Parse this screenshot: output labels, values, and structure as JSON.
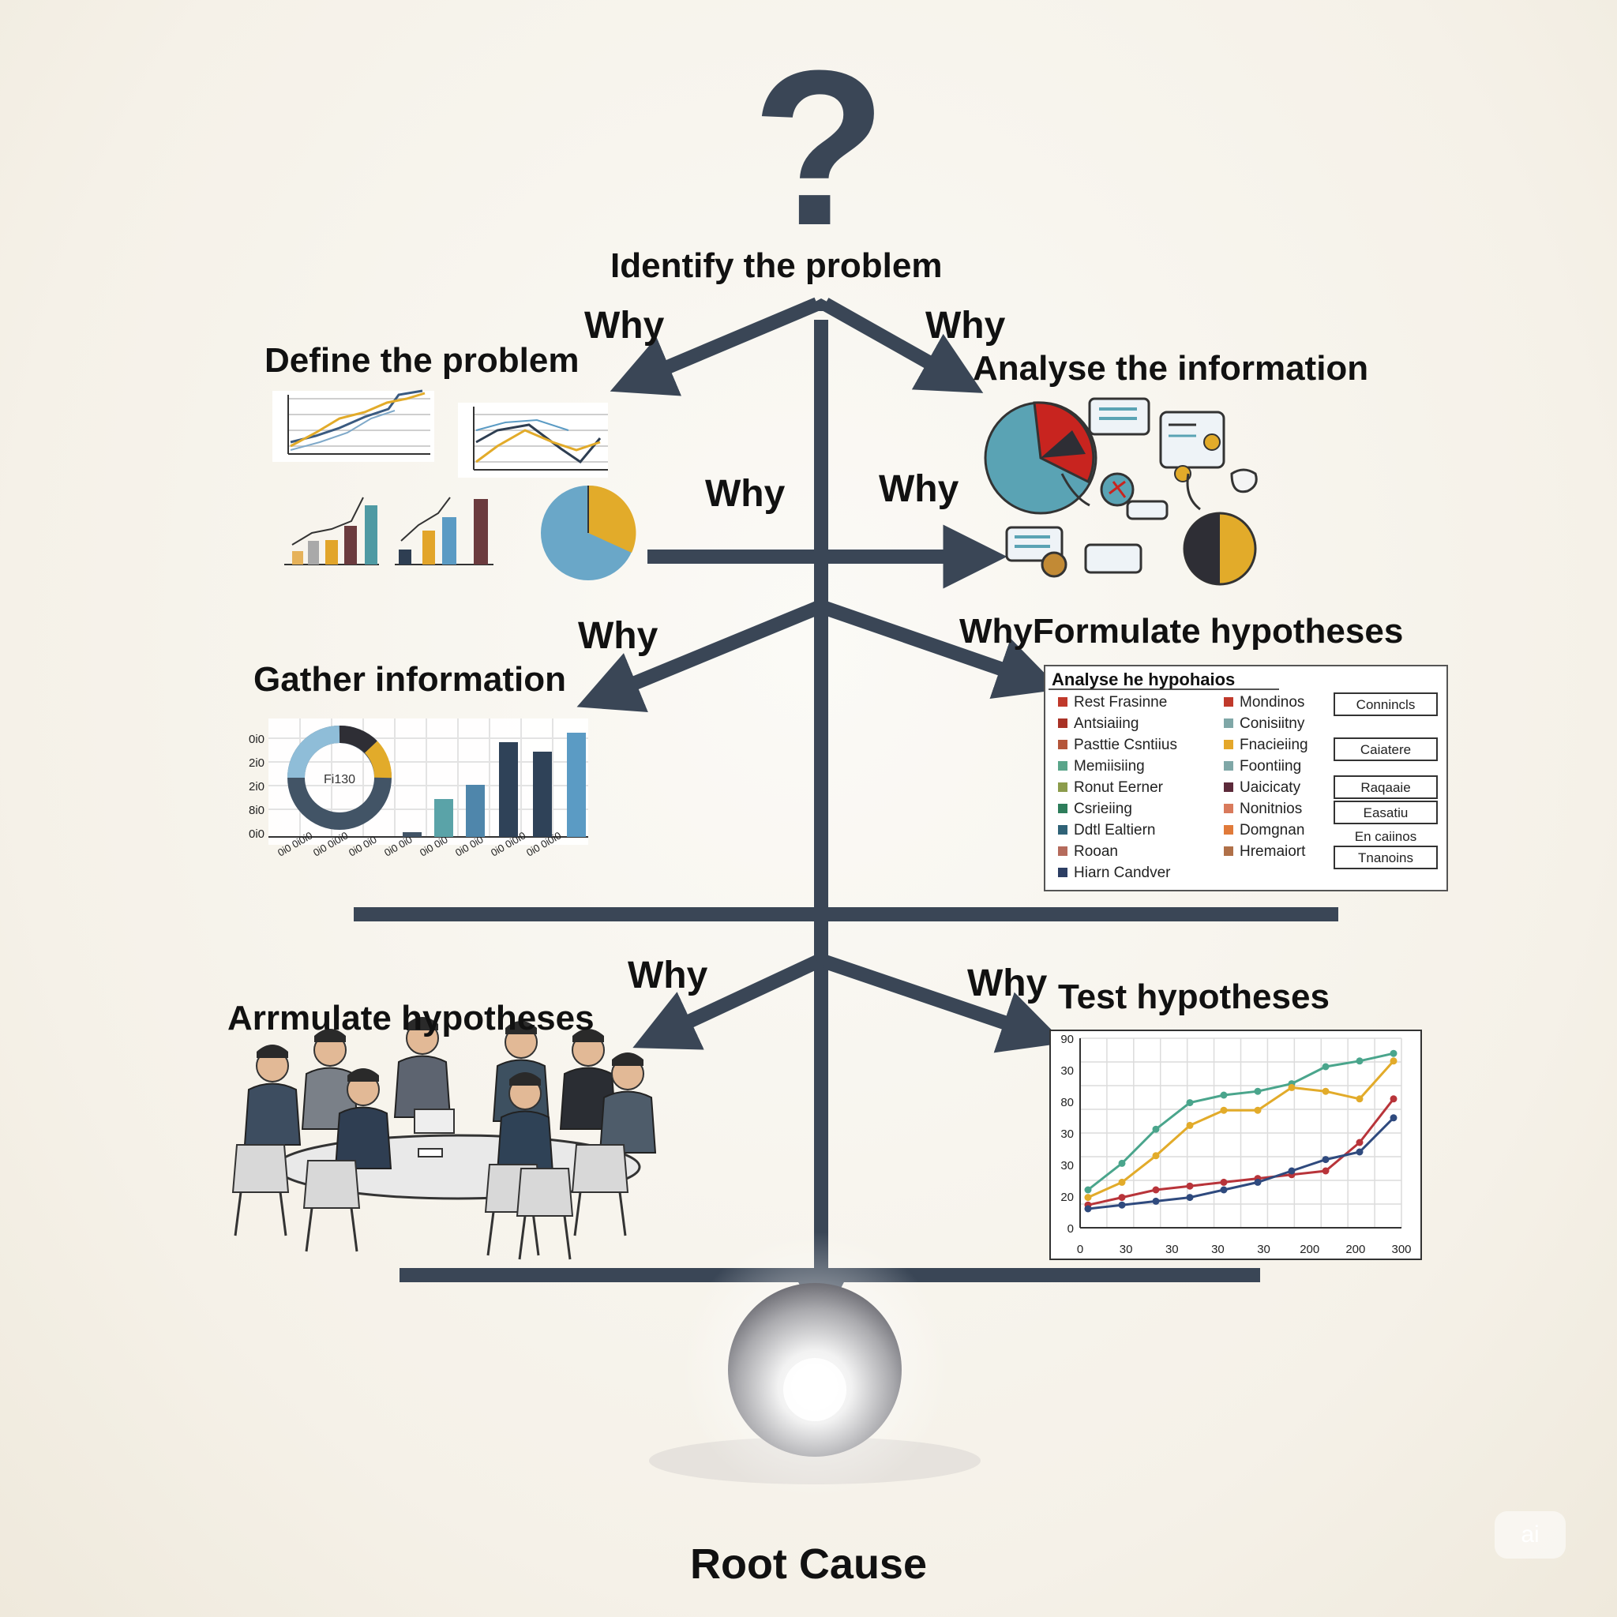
{
  "question_mark": "?",
  "steps": {
    "identify": "Identify the problem",
    "define": "Define the problem",
    "analyse": "Analyse the information",
    "gather": "Gather information",
    "formulate": "WhyFormulate hypotheses",
    "armulate": "Arrmulate hypotheses",
    "test": "Test hypotheses"
  },
  "why": "Why",
  "root_cause": "Root Cause",
  "donut_label": "Fi130",
  "gather_chart": {
    "y_ticks": [
      "0i0",
      "2i0",
      "2i0",
      "8i0",
      "0i0"
    ],
    "x_ticks": [
      "0i0 0i0i0",
      "0i0 0i0i0",
      "0i0 0i0",
      "0i0 0i0",
      "0i0 0i0",
      "0i0 0i0",
      "0i0 0i0i0",
      "0i0 0i0i0"
    ],
    "bars": [
      5,
      40,
      55,
      100,
      90,
      110
    ]
  },
  "hypotheses_table": {
    "title": "Analyse he hypohaios",
    "col1": [
      {
        "text": "Rest Frasinne",
        "color": "#c0392b"
      },
      {
        "text": "Antsiaiing",
        "color": "#a93226"
      },
      {
        "text": "Pasttie Csntiius",
        "color": "#b5563a"
      },
      {
        "text": "Memiisiing",
        "color": "#5aa58a"
      },
      {
        "text": "Ronut Eerner",
        "color": "#8c9c4c"
      },
      {
        "text": "Csrieiing",
        "color": "#2e7d5b"
      },
      {
        "text": "Ddtl Ealtiern",
        "color": "#2f6277"
      },
      {
        "text": "Rooan",
        "color": "#b56b5c"
      },
      {
        "text": "Hiarn Candver",
        "color": "#2c3e63"
      }
    ],
    "col2": [
      {
        "text": "Mondinos",
        "color": "#c0392b"
      },
      {
        "text": "Conisiitny",
        "color": "#7fa7a7"
      },
      {
        "text": "Fnacieiing",
        "color": "#e4a72a"
      },
      {
        "text": "Foontiing",
        "color": "#7fa7a7"
      },
      {
        "text": "Uaicicaty",
        "color": "#5c2a3a"
      },
      {
        "text": "Nonitnios",
        "color": "#d97a5c"
      },
      {
        "text": "Domgnan",
        "color": "#e07a3a"
      },
      {
        "text": "Hremaiort",
        "color": "#b07048"
      }
    ],
    "buttons": [
      "Connincls",
      "Caiatere",
      "Raqaaie",
      "Easatiu",
      "En caiinos",
      "Tnanoins"
    ]
  },
  "test_chart": {
    "y_ticks": [
      "0",
      "20",
      "30",
      "30",
      "80",
      "30",
      "90"
    ],
    "x_ticks": [
      "0",
      "30",
      "30",
      "30",
      "30",
      "200",
      "200",
      "300"
    ],
    "series": [
      {
        "color": "#4aa58c",
        "values": [
          20,
          34,
          52,
          66,
          70,
          72,
          76,
          85,
          88,
          92
        ]
      },
      {
        "color": "#e2ab2a",
        "values": [
          16,
          24,
          38,
          54,
          62,
          62,
          74,
          72,
          68,
          88
        ]
      },
      {
        "color": "#b8343a",
        "values": [
          12,
          16,
          20,
          22,
          24,
          26,
          28,
          30,
          45,
          68
        ]
      },
      {
        "color": "#2f4a7e",
        "values": [
          10,
          12,
          14,
          16,
          20,
          24,
          30,
          36,
          40,
          58
        ]
      }
    ]
  }
}
